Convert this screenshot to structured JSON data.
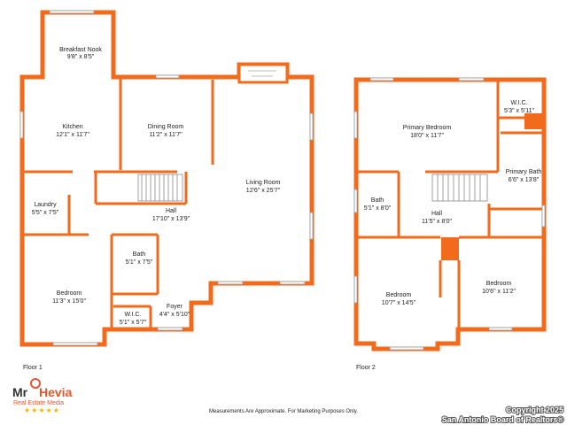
{
  "floors": [
    {
      "label": "Floor 1",
      "rooms": [
        {
          "id": "breakfast-nook",
          "name": "Breakfast Nook",
          "dims": "9'8\" x 8'5\""
        },
        {
          "id": "kitchen",
          "name": "Kitchen",
          "dims": "12'1\" x 11'7\""
        },
        {
          "id": "dining-room",
          "name": "Dining Room",
          "dims": "11'2\" x 11'7\""
        },
        {
          "id": "living-room",
          "name": "Living Room",
          "dims": "12'6\" x 25'7\""
        },
        {
          "id": "laundry",
          "name": "Laundry",
          "dims": "5'5\" x 7'5\""
        },
        {
          "id": "hall",
          "name": "Hall",
          "dims": "17'10\" x 13'9\""
        },
        {
          "id": "bath",
          "name": "Bath",
          "dims": "5'1\" x 7'5\""
        },
        {
          "id": "bedroom",
          "name": "Bedroom",
          "dims": "11'3\" x 15'0\""
        },
        {
          "id": "foyer",
          "name": "Foyer",
          "dims": "4'4\" x 5'10\""
        },
        {
          "id": "wic",
          "name": "W.I.C.",
          "dims": "5'1\" x 5'7\""
        }
      ]
    },
    {
      "label": "Floor 2",
      "rooms": [
        {
          "id": "primary-bedroom",
          "name": "Primary Bedroom",
          "dims": "18'0\" x 11'7\""
        },
        {
          "id": "wic",
          "name": "W.I.C.",
          "dims": "5'3\" x 5'11\""
        },
        {
          "id": "primary-bath",
          "name": "Primary Bath",
          "dims": "6'6\" x 13'8\""
        },
        {
          "id": "bath",
          "name": "Bath",
          "dims": "5'1\" x 8'0\""
        },
        {
          "id": "hall",
          "name": "Hall",
          "dims": "11'5\" x 8'0\""
        },
        {
          "id": "bedroom-a",
          "name": "Bedroom",
          "dims": "10'7\" x 14'5\""
        },
        {
          "id": "bedroom-b",
          "name": "Bedroom",
          "dims": "10'6\" x 11'2\""
        }
      ]
    }
  ],
  "disclaimer": "Measurements Are Approximate. For Marketing Purposes Only.",
  "logo": {
    "text_mr": "Mr",
    "text_hevia": "Hevia",
    "subtitle": "Real Estate Media",
    "stars": "★★★★★"
  },
  "copyright": {
    "line1": "Copyright 2025",
    "line2": "San Antonio Board of Realtors®"
  },
  "colors": {
    "wall": "#f26a1b",
    "background": "#ffffff",
    "accent": "#e4572e",
    "stars": "#f2b705"
  }
}
